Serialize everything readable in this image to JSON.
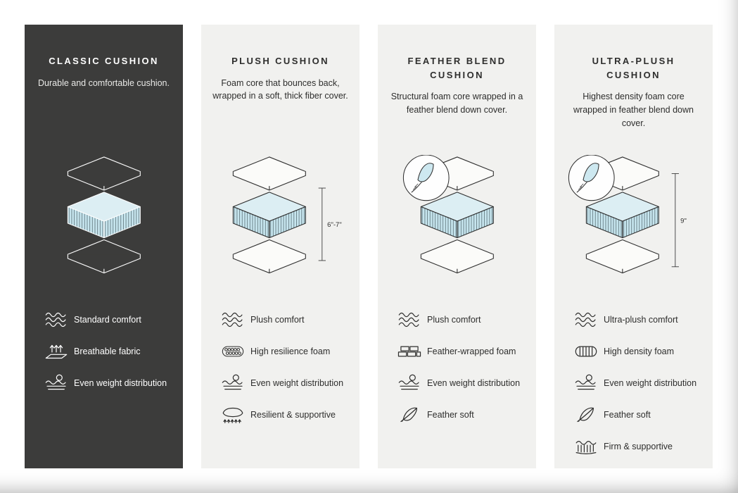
{
  "colors": {
    "dark_panel": "#3c3c3b",
    "light_panel": "#f1f1ef",
    "cushion_blue": "#cde8f0",
    "outline_dark": "#2f2f2f",
    "outline_light": "#ffffff"
  },
  "columns": [
    {
      "title": "CLASSIC CUSHION",
      "description": "Durable and comfortable cushion.",
      "features": [
        {
          "icon": "waves-icon",
          "label": "Standard comfort"
        },
        {
          "icon": "breathable-fabric-icon",
          "label": "Breathable fabric"
        },
        {
          "icon": "even-weight-icon",
          "label": "Even weight distribution"
        }
      ]
    },
    {
      "title": "PLUSH CUSHION",
      "description": "Foam core that bounces back, wrapped in a soft, thick fiber cover.",
      "measurement": "6\"-7\"",
      "features": [
        {
          "icon": "waves-icon",
          "label": "Plush comfort"
        },
        {
          "icon": "foam-cells-icon",
          "label": "High resilience foam"
        },
        {
          "icon": "even-weight-icon",
          "label": "Even weight distribution"
        },
        {
          "icon": "spring-icon",
          "label": "Resilient & supportive"
        }
      ]
    },
    {
      "title": "FEATHER BLEND CUSHION",
      "description": "Structural foam core wrapped in a feather blend down cover.",
      "features": [
        {
          "icon": "waves-icon",
          "label": "Plush comfort"
        },
        {
          "icon": "foam-bricks-icon",
          "label": "Feather-wrapped foam"
        },
        {
          "icon": "even-weight-icon",
          "label": "Even weight distribution"
        },
        {
          "icon": "feather-icon",
          "label": "Feather soft"
        }
      ]
    },
    {
      "title": "ULTRA-PLUSH CUSHION",
      "description": "Highest density foam core wrapped in feather blend down cover.",
      "measurement": "9\"",
      "features": [
        {
          "icon": "waves-icon",
          "label": "Ultra-plush comfort"
        },
        {
          "icon": "high-density-foam-icon",
          "label": "High density foam"
        },
        {
          "icon": "even-weight-icon",
          "label": "Even weight distribution"
        },
        {
          "icon": "feather-icon",
          "label": "Feather soft"
        },
        {
          "icon": "firm-supportive-icon",
          "label": "Firm & supportive"
        }
      ]
    }
  ]
}
